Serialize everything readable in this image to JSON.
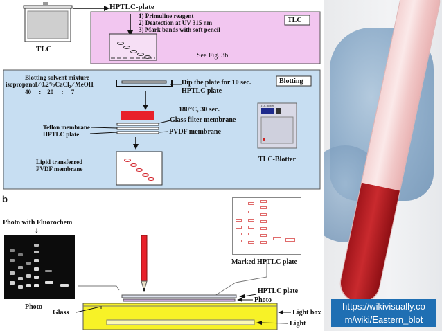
{
  "tlc_section": {
    "tank_label": "TLC",
    "plate_label": "HPTLC-plate",
    "steps": [
      "1) Primuline reagent",
      "2) Deatection at UV 315 nm",
      "3) Mark bands with soft pencil"
    ],
    "see_fig": "See Fig. 3b",
    "section_tag": "TLC"
  },
  "blotting_section": {
    "solvent_title": "Blotting solvent mixture",
    "solvent_formula": "isopropanol ∕ 0.2%CaCl₂ ∕ MeOH",
    "solvent_ratio": "40     :    20     :     7",
    "dip_text": "Dip the plate for 10 sec.",
    "hptlc_plate_1": "HPTLC plate",
    "section_tag": "Blotting",
    "condition": "180°C, 30 sec.",
    "glass_filter": "Glass filter membrane",
    "teflon": "Teflon membrane",
    "hptlc_plate_2": "HPTLC plate",
    "pvdf": "PVDF membrane",
    "lipid_1": "Lipid transferred",
    "lipid_2": "PVDF membrane",
    "device_label": "TLC-Blotter",
    "device_brand": "TLC Blotter"
  },
  "part_b": {
    "panel_letter": "b",
    "photo_title": "Photo with Fluorochem",
    "arrow_glyph": "↓",
    "photo_label": "Photo",
    "marked_plate": "Marked HPTLC plate",
    "hptlc_plate": "HPTLC plate",
    "photo": "Photo",
    "glass": "Glass",
    "light_box": "Light box",
    "light": "Light"
  },
  "watermark": {
    "url_line1": "https://wikivisually.co",
    "url_line2": "m/wiki/Eastern_blot"
  },
  "colors": {
    "tlc_panel": "#f2c6f0",
    "blotting_panel": "#c7def2",
    "lightbox": "#f7f227",
    "red_block": "#e8202a",
    "url_box": "#1f6fb3"
  }
}
